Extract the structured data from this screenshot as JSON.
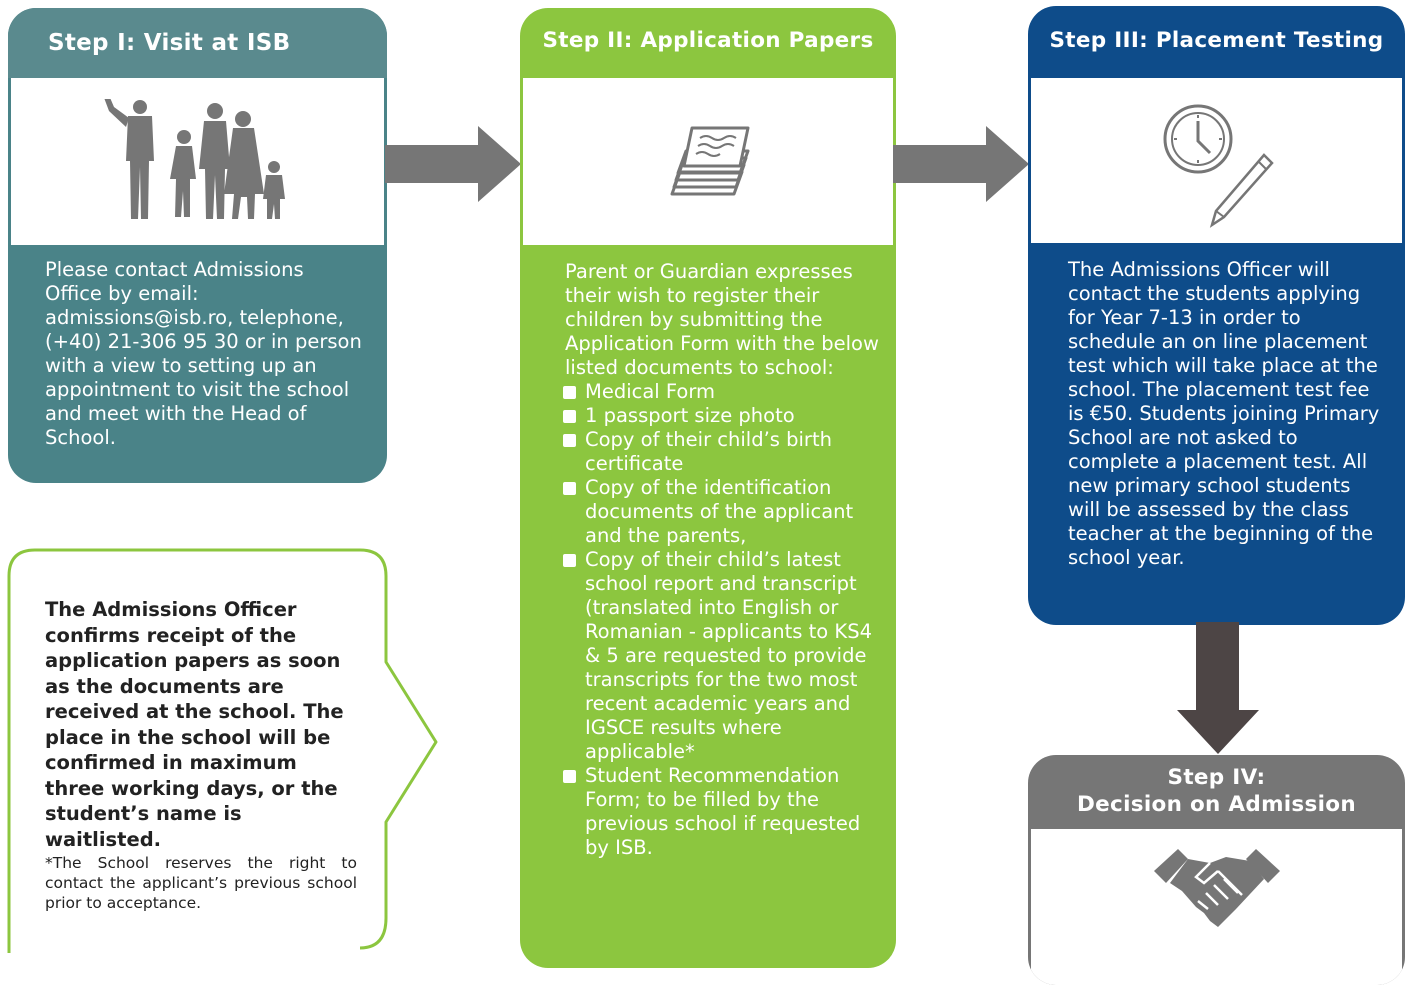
{
  "colors": {
    "step1": "#4a8388",
    "step2": "#8cc63f",
    "step3": "#0e4c8a",
    "step4": "#767676",
    "arrow": "#767676",
    "arrow_down": "#4d4545",
    "callout_border": "#8cc63f"
  },
  "step1": {
    "title": "Step I: Visit at ISB",
    "icon": "family-visit-icon",
    "body": "Please contact Admissions Office by email: admissions@isb.ro, telephone, (+40) 21-306 95 30 or in person with a view to setting up an appointment to visit the school and meet with the Head of School."
  },
  "step2": {
    "title": "Step II: Application Papers",
    "icon": "papers-stack-icon",
    "intro": "Parent or Guardian expresses their wish to register their children by submitting the Application Form with the below listed documents to school:",
    "documents": [
      "Medical Form",
      "1 passport size photo",
      "Copy of their child’s birth certificate",
      "Copy of the identification documents of the applicant and the parents,",
      "Copy of their child’s latest school report and transcript (translated into English or Romanian - applicants to KS4 & 5 are requested to provide transcripts for the two most recent academic years and IGSCE results where applicable*",
      "Student Recommendation Form; to be filled by the previous school if requested by ISB."
    ]
  },
  "step3": {
    "title": "Step III: Placement Testing",
    "icon": "clock-pencil-icon",
    "body": "The Admissions Officer will contact the students applying for Year 7-13 in order to schedule an on line placement test which will take place at the school. The placement test fee is €50. Students joining Primary School are not asked to complete a placement test. All new primary school students will be assessed by the class teacher at the beginning of the school year."
  },
  "step4": {
    "title_line1": "Step IV:",
    "title_line2": "Decision on Admission",
    "icon": "handshake-icon"
  },
  "callout": {
    "main": "The Admissions Officer confirms receipt of the application papers as soon as the documents are received at the school. The place in the school will be confirmed in maximum three working days, or the student’s name is waitlisted.",
    "note": "*The School reserves the right to contact the applicant’s previous school prior to acceptance."
  }
}
